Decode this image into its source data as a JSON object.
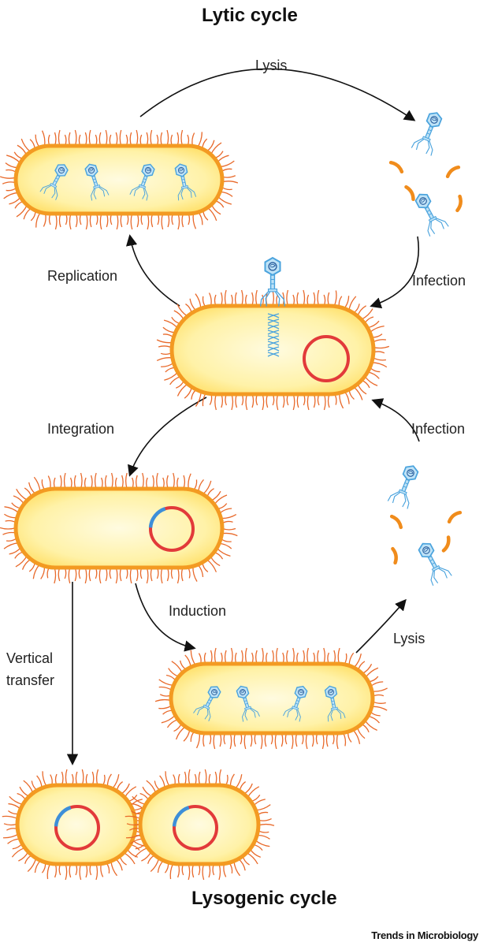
{
  "titles": {
    "lytic": "Lytic cycle",
    "lysogenic": "Lysogenic cycle"
  },
  "labels": {
    "lysis_top": "Lysis",
    "replication": "Replication",
    "infection_top": "Infection",
    "integration": "Integration",
    "infection_right": "Infection",
    "induction": "Induction",
    "lysis_bottom": "Lysis",
    "vertical_line1": "Vertical",
    "vertical_line2": "transfer"
  },
  "brand": "Trends in Microbiology",
  "colors": {
    "cell_fill": "#fff2a8",
    "cell_inner": "#fffbe0",
    "cell_border": "#f39a22",
    "flagella": "#e8692a",
    "phage": "#4aa3dd",
    "phage_fill": "#bfe3f7",
    "plasmid": "#e23a3a",
    "prophage": "#3d8fd9",
    "fragment": "#f08c1c",
    "arrow": "#111111"
  },
  "icons": [
    "bacterium-icon",
    "bacteriophage-icon",
    "plasmid-icon",
    "arrow-icon",
    "phage-dna-helix-icon",
    "cell-fragment-icon"
  ]
}
